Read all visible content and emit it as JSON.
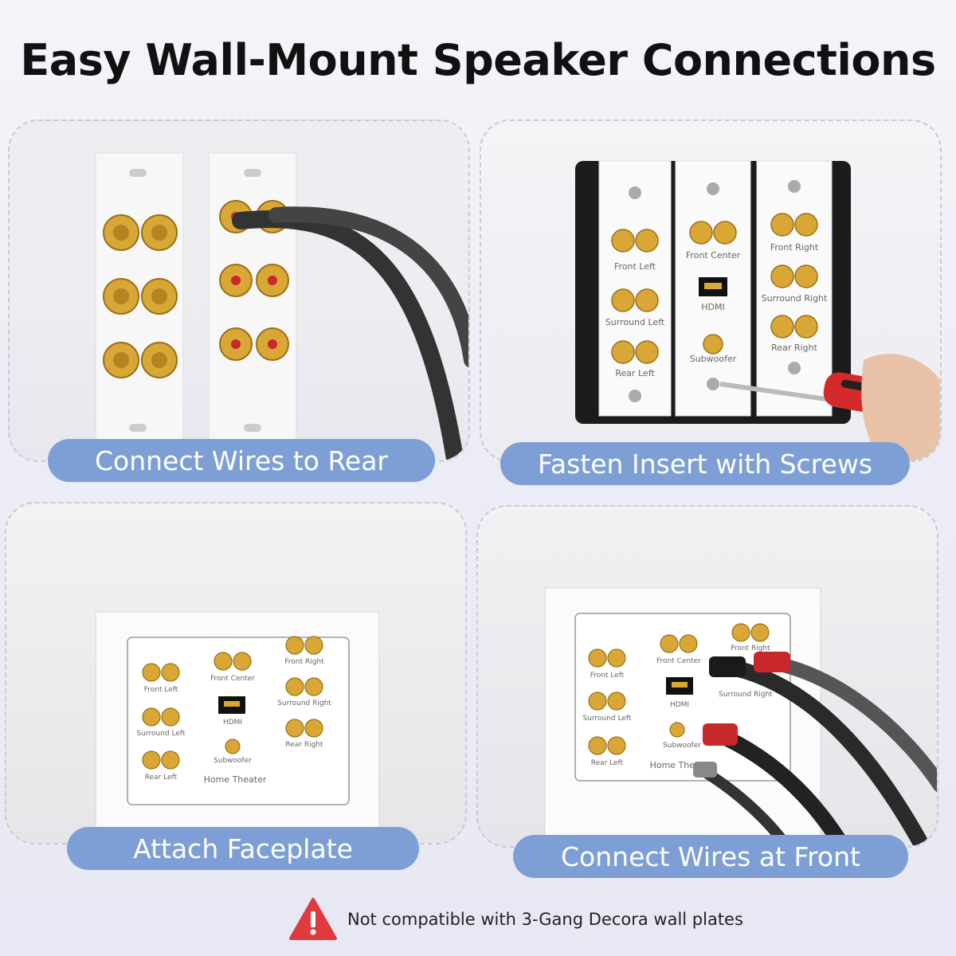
{
  "title": "Easy Wall-Mount Speaker Connections",
  "steps": [
    {
      "label": "Connect Wires to Rear"
    },
    {
      "label": "Fasten Insert with Screws"
    },
    {
      "label": "Attach Faceplate"
    },
    {
      "label": "Connect Wires at Front"
    }
  ],
  "plate_labels": {
    "front_left": "Front Left",
    "front_center": "Front Center",
    "front_right": "Front Right",
    "surround_left": "Surround Left",
    "surround_right": "Surround Right",
    "rear_left": "Rear Left",
    "rear_right": "Rear Right",
    "hdmi": "HDMI",
    "subwoofer": "Subwoofer",
    "home_theater": "Home Theater"
  },
  "warning": {
    "text": "Not compatible with 3-Gang Decora wall plates",
    "icon": "warning-triangle-icon"
  },
  "colors": {
    "pill": "#7d9fd6",
    "gold": "#d9a735",
    "red_ring": "#c8272b",
    "warning": "#e03a3e"
  }
}
